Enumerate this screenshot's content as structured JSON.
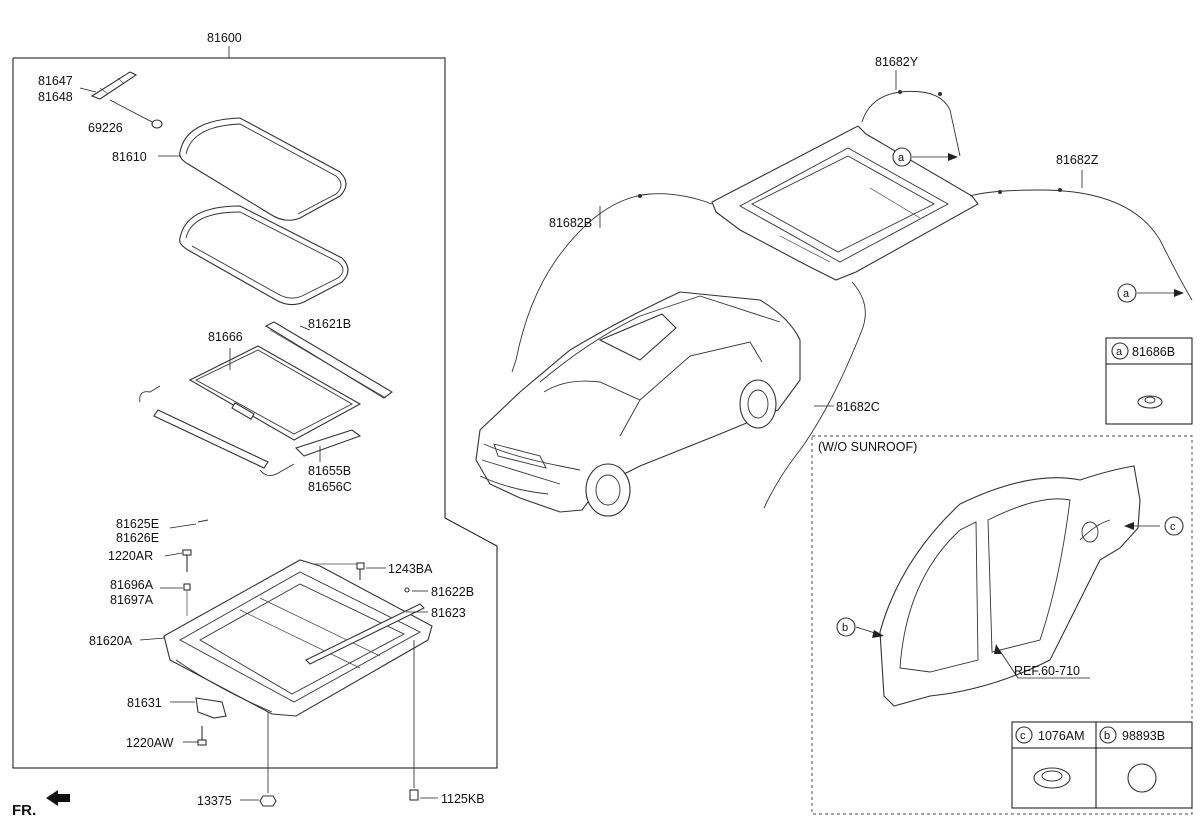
{
  "assembly": {
    "part_no": "81600"
  },
  "left_parts": {
    "p81647": "81647",
    "p81648": "81648",
    "p69226": "69226",
    "p81610": "81610",
    "p81666": "81666",
    "p81621B": "81621B",
    "p81655B": "81655B",
    "p81656C": "81656C",
    "p81625E": "81625E",
    "p81626E": "81626E",
    "p1220AR": "1220AR",
    "p1243BA": "1243BA",
    "p81696A": "81696A",
    "p81697A": "81697A",
    "p81622B": "81622B",
    "p81623": "81623",
    "p81620A": "81620A",
    "p81631": "81631",
    "p1220AW": "1220AW",
    "p13375": "13375",
    "p1125KB": "1125KB"
  },
  "drain_hoses": {
    "p81682Y": "81682Y",
    "p81682Z": "81682Z",
    "p81682B": "81682B",
    "p81682C": "81682C"
  },
  "callouts": {
    "a": "a",
    "b": "b",
    "c": "c"
  },
  "legend_a": {
    "letter": "a",
    "part_no": "81686B"
  },
  "no_sunroof": {
    "title": "(W/O SUNROOF)",
    "ref": "REF.60-710",
    "legend_c": {
      "letter": "c",
      "part_no": "1076AM"
    },
    "legend_b": {
      "letter": "b",
      "part_no": "98893B"
    }
  },
  "front_marker": {
    "label": "FR."
  }
}
